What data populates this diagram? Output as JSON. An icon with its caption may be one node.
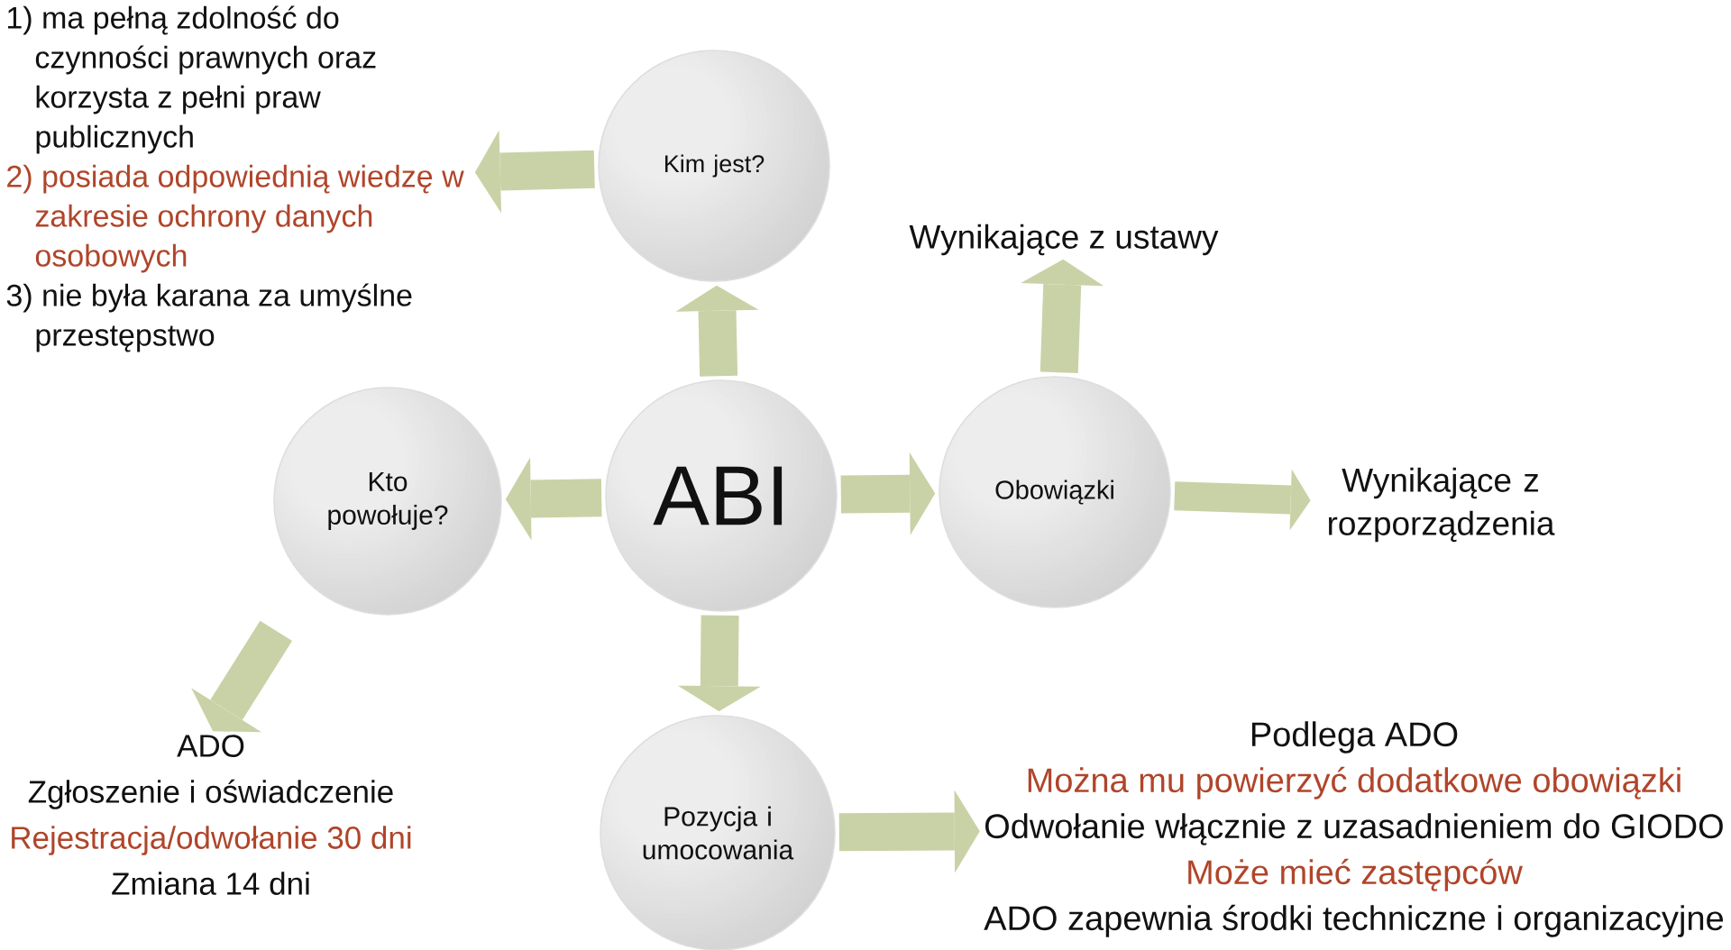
{
  "diagram": {
    "nodes": [
      {
        "text": [
          "1) ma pełną zdolność do czynności prawnych oraz korzysta z pełni praw publicznych",
          "2) posiada odpowiednią wiedzę w zakresie ochrony danych osobowych",
          "3) nie była karana za umyślne przestępstwo"
        ]
      },
      {
        "text": [
          "Kim jest?"
        ]
      },
      {
        "text": [
          "Wynikające z ustawy"
        ]
      },
      {
        "text": [
          "Kto powołuje?"
        ]
      },
      {
        "text": [
          "ABI"
        ]
      },
      {
        "text": [
          "Obowiązki"
        ]
      },
      {
        "text": [
          "Wynikające z rozporządzenia"
        ]
      },
      {
        "text": [
          "ADO",
          "Zgłoszenie i oświadczenie",
          "Rejestracja/odwołanie 30 dni",
          "Zmiana 14 dni"
        ]
      },
      {
        "text": [
          "Pozycja i umocowania"
        ]
      },
      {
        "text": [
          "Podlega ADO",
          "Można mu powierzyć dodatkowe obowiązki",
          "Odwołanie włącznie z uzasadnieniem do GIODO",
          "Może mieć zastępców",
          "ADO zapewnia środki techniczne i organizacyjne"
        ]
      }
    ],
    "edges": [
      {
        "from": 1,
        "to": 0,
        "arrow": "to"
      },
      {
        "from": 4,
        "to": 1,
        "arrow": "to"
      },
      {
        "from": 5,
        "to": 2,
        "arrow": "to"
      },
      {
        "from": 4,
        "to": 3,
        "arrow": "to"
      },
      {
        "from": 4,
        "to": 5,
        "arrow": "to"
      },
      {
        "from": 5,
        "to": 6,
        "arrow": "to"
      },
      {
        "from": 3,
        "to": 7,
        "arrow": "to"
      },
      {
        "from": 4,
        "to": 8,
        "arrow": "to"
      },
      {
        "from": 8,
        "to": 9,
        "arrow": "to"
      }
    ]
  }
}
